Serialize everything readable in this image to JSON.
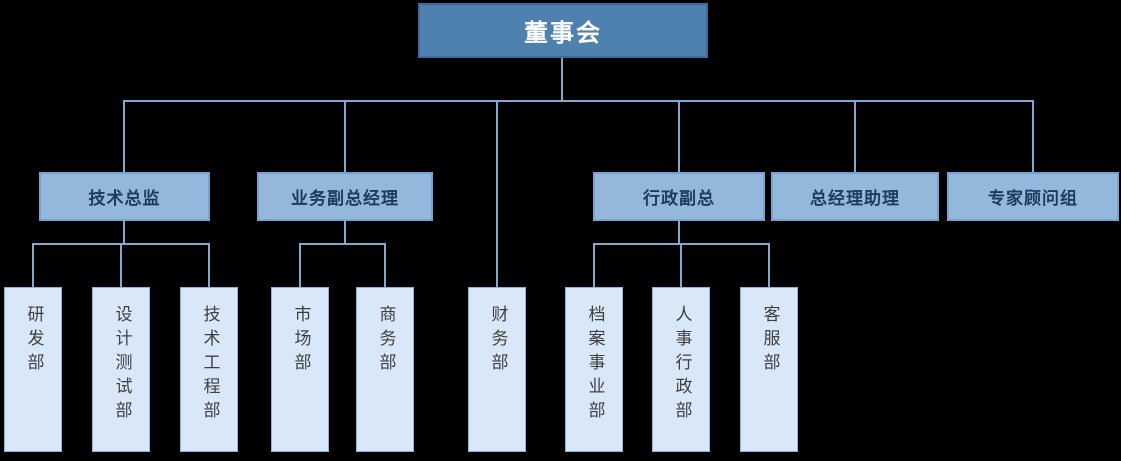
{
  "diagram_type": "org-chart",
  "background": "#000000",
  "colors": {
    "root_fill": "#4E81AD",
    "root_border": "#3A6D9E",
    "root_text": "#FFFFFF",
    "level2_fill": "#94B8DC",
    "level2_border": "#79A3CF",
    "level2_text": "#1E3A5C",
    "level3_fill": "#D9E8F9",
    "level3_border": "#8FB3DD",
    "level3_text": "#3F3F3F",
    "connector": "#85A8CC"
  },
  "org_chart": {
    "root": {
      "label": "董事会"
    },
    "level2": [
      {
        "label": "技术总监",
        "parent": "董事会"
      },
      {
        "label": "业务副总经理",
        "parent": "董事会"
      },
      {
        "label": "行政副总",
        "parent": "董事会"
      },
      {
        "label": "总经理助理",
        "parent": "董事会"
      },
      {
        "label": "专家顾问组",
        "parent": "董事会"
      }
    ],
    "level3": [
      {
        "label": "研发部",
        "parent": "技术总监"
      },
      {
        "label": "设计测试部",
        "parent": "技术总监"
      },
      {
        "label": "技术工程部",
        "parent": "技术总监"
      },
      {
        "label": "市场部",
        "parent": "业务副总经理"
      },
      {
        "label": "商务部",
        "parent": "业务副总经理"
      },
      {
        "label": "财务部",
        "parent": "董事会"
      },
      {
        "label": "档案事业部",
        "parent": "行政副总"
      },
      {
        "label": "人事行政部",
        "parent": "行政副总"
      },
      {
        "label": "客服部",
        "parent": "行政副总"
      }
    ]
  }
}
